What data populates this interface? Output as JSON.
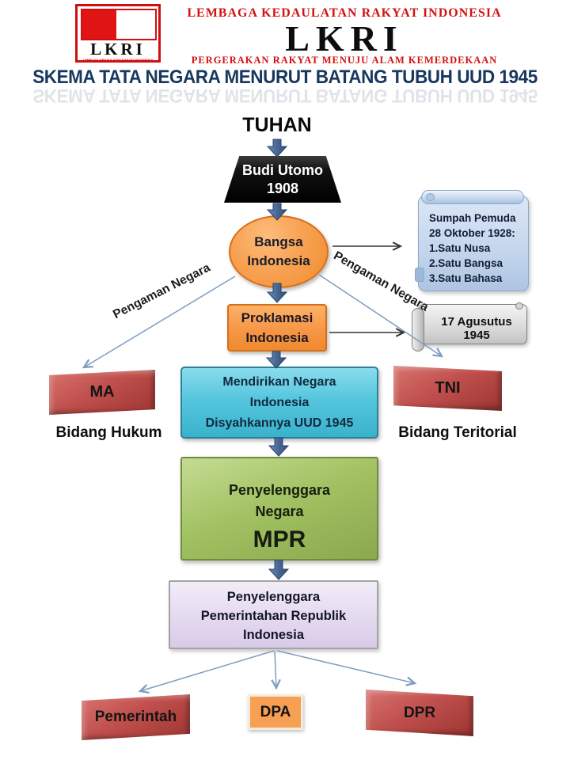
{
  "header": {
    "logo_acronym": "LKRI",
    "logo_subtext": "LEMBAGA KEDAULATAN RAKYAT INDONESIA",
    "org_name": "LEMBAGA KEDAULATAN RAKYAT INDONESIA",
    "acronym": "LKRI",
    "tagline": "PERGERAKAN RAKYAT MENUJU ALAM KEMERDEKAAN",
    "title": "SKEMA TATA NEGARA MENURUT BATANG TUBUH UUD 1945"
  },
  "diagram": {
    "tuhan": "TUHAN",
    "budi_utomo": {
      "line1": "Budi Utomo",
      "line2": "1908"
    },
    "bangsa_indonesia": {
      "line1": "Bangsa",
      "line2": "Indonesia"
    },
    "sumpah_pemuda": {
      "lines": [
        "Sumpah Pemuda",
        "28 Oktober 1928:",
        "1.Satu Nusa",
        "2.Satu Bangsa",
        "3.Satu Bahasa"
      ]
    },
    "proklamasi": {
      "line1": "Proklamasi",
      "line2": "Indonesia"
    },
    "tanggal_scroll": "17 Agusutus 1945",
    "mendirikan_negara": {
      "lines": [
        "Mendirikan Negara",
        "Indonesia",
        "Disyahkannya UUD 1945"
      ]
    },
    "ma": "MA",
    "tni": "TNI",
    "bidang_hukum": "Bidang Hukum",
    "bidang_teritorial": "Bidang Teritorial",
    "mpr": {
      "line1": "Penyelenggara",
      "line2": "Negara",
      "line3": "MPR"
    },
    "pemerintahan": {
      "lines": [
        "Penyelenggara",
        "Pemerintahan Republik",
        "Indonesia"
      ]
    },
    "pemerintah": "Pemerintah",
    "dpa": "DPA",
    "dpr": "DPR",
    "pengaman_negara_left": "Pengaman Negara",
    "pengaman_negara_right": "Pengaman Negara"
  },
  "colors": {
    "accent_orange": "#F79646",
    "accent_red": "#C0504D",
    "accent_cyan": "#4EC3DC",
    "accent_green": "#9BBB59",
    "accent_purple": "#E2D6EE",
    "scroll_blue": "#C9DAF0",
    "scroll_gray": "#D9D9D9",
    "arrow_steel_blue": "#46648F",
    "thin_arrow_black": "#333333",
    "thin_arrow_blue": "#7E9DC0",
    "title_navy": "#17375E",
    "logo_red": "#D31111",
    "background": "#FFFFFF"
  }
}
